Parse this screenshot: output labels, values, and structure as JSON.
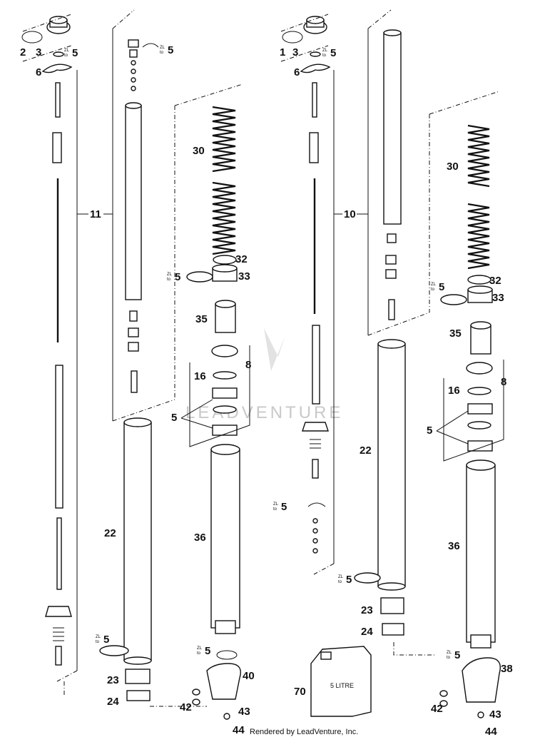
{
  "labels": {
    "l2": "2",
    "l3a": "3",
    "l5a": "5",
    "l6a": "6",
    "l11": "11",
    "l30a": "30",
    "l32a": "32",
    "l33a": "33",
    "l5b": "5",
    "l35a": "35",
    "l16a": "16",
    "l8a": "8",
    "l5c": "5",
    "l22a": "22",
    "l36a": "36",
    "l5d": "5",
    "l23a": "23",
    "l24a": "24",
    "l5e": "5",
    "l40": "40",
    "l42a": "42",
    "l43a": "43",
    "l44a": "44",
    "l1": "1",
    "l3b": "3",
    "l5f": "5",
    "l6b": "6",
    "l10": "10",
    "l30b": "30",
    "l32b": "32",
    "l33b": "33",
    "l5g": "5",
    "l35b": "35",
    "l16b": "16",
    "l8b": "8",
    "l5h": "5",
    "l22b": "22",
    "l36b": "36",
    "l5i": "5",
    "l23b": "23",
    "l24b": "24",
    "l5j": "5",
    "l5k": "5",
    "l38": "38",
    "l42b": "42",
    "l43b": "43",
    "l44b": "44",
    "l70": "70",
    "l5l": "5"
  },
  "zl_tag": {
    "line1": "ZL",
    "line2": "to"
  },
  "can_text": "5 LITRE",
  "watermark": "LEADVENTURE",
  "credit": "Rendered by LeadVenture, Inc."
}
